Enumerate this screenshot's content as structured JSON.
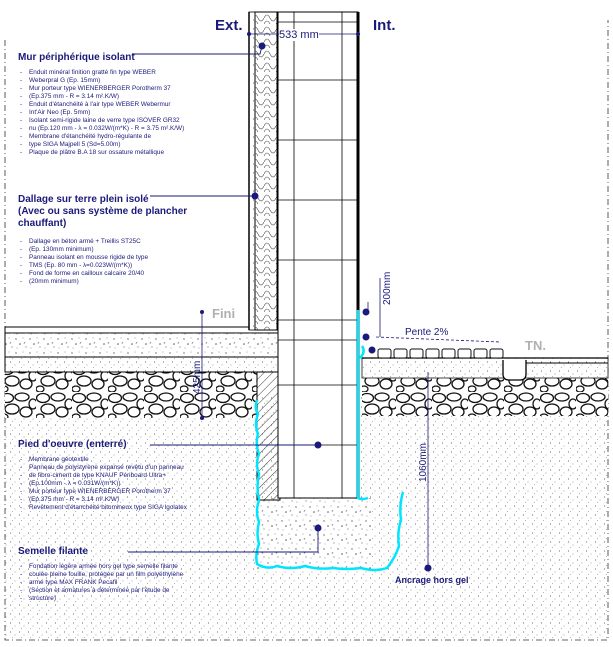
{
  "labels": {
    "exterior": "Ext.",
    "interior": "Int.",
    "fini": "Fini",
    "tn": "TN."
  },
  "dimensions": {
    "wall_thickness": "533 mm",
    "height_200": "200mm",
    "height_425": "425mm",
    "depth_1060": "1060mm",
    "slope": "Pente 2%"
  },
  "anchor_label": "Ancrage hors gel",
  "sections": {
    "mur": {
      "title": "Mur périphérique isolant",
      "items": [
        "Enduit minéral finition gratté fin type WEBER",
        "Weberpral G (Ep. 15mm)",
        "Mur porteur type WIENERBERGER Porotherm 37",
        "(Ep.375 mm - R = 3.14 m².K/W)",
        "Enduit d'étanchéité à l'air type WEBER Webermur",
        "Int'Air Neo (Ep. 5mm)",
        "Isolant semi-rigide laine de verre type ISOVER GR32",
        "nu (Ep.120 mm - λ = 0.032W/(m*K) - R = 3.75 m².K/W)",
        "Membrane d'étanchéité hydro-régulante de",
        "type SIGA Majpell 5 (Sd=5.00m)",
        "Plaque de plâtre B.A 18 sur ossature métallique"
      ]
    },
    "dallage": {
      "title_lines": [
        "Dallage sur terre plein isolé",
        "(Avec ou sans système de plancher",
        "chauffant)"
      ],
      "items": [
        "Dallage en béton armé + Treillis ST25C",
        "(Ep. 130mm minimum)",
        "Panneau isolant en mousse rigide de type",
        "TMS  (Ep. 80 mm - λ=0.023W/(m*K))",
        "Fond de forme en cailloux calcaire 20/40",
        "(20mm minimum)"
      ]
    },
    "pied": {
      "title": "Pied d'oeuvre (enterré)",
      "items": [
        "Membrane géotextile",
        "Panneau de polystyrène expansé revêtu d'un panneau",
        "de fibro-ciment de type KNAUF Périboard Ultra+",
        "(Ep.100mm - λ = 0.031W/(m*K))",
        "Mur porteur type WIENERBERGER Porotherm 37",
        "(Ep.375 mm - R = 3.14 m².K/W)",
        "Revêtement d'étanchéité bitumineux type SIGA Igolatex"
      ]
    },
    "semelle": {
      "title": "Semelle filante",
      "items": [
        "Fondation légère armée hors gel type semelle filante",
        "coulée pleine fouille, protégée par un film polyéthylène",
        "armé type MAX FRANK Pecafil",
        "(Section et armatures à déterminée par l'étude de",
        "structure)"
      ]
    }
  },
  "colors": {
    "annotation": "#1a1a7a",
    "membrane": "#00e5ff",
    "line": "#000000",
    "gray_label": "#b0b0b0"
  }
}
